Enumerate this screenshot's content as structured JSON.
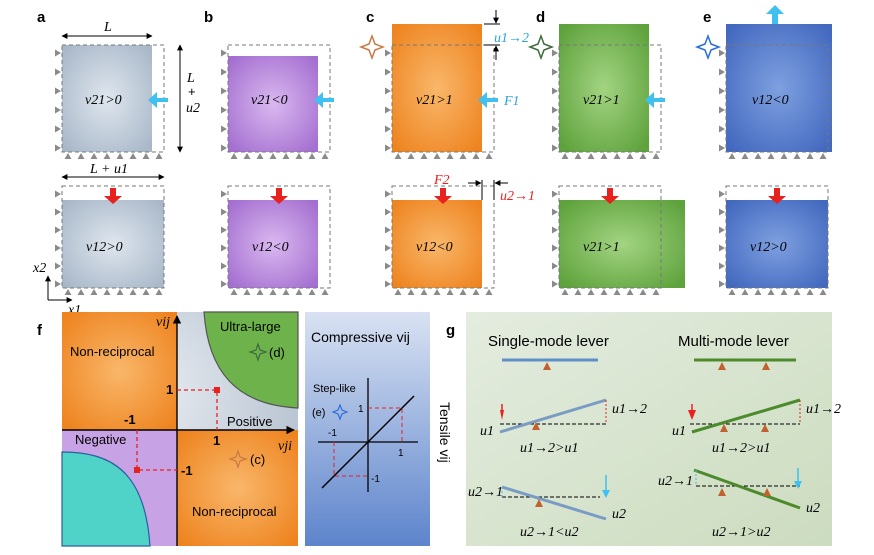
{
  "panel_labels": {
    "a": "a",
    "b": "b",
    "c": "c",
    "d": "d",
    "e": "e",
    "f": "f",
    "g": "g"
  },
  "panels_top": {
    "a_top": "v21>0",
    "a_bot": "v12>0",
    "b_top": "v21<0",
    "b_bot": "v12<0",
    "c_top": "v21>1",
    "c_bot": "v12<0",
    "d_top": "v21>1",
    "d_bot": "v21>1",
    "e_top": "v12<0",
    "e_bot": "v12>0"
  },
  "annotations": {
    "L": "L",
    "L_plus_u2_a": "L",
    "L_plus_u2_b": "+",
    "L_plus_u2_c": "u2",
    "L_plus_u1": "L + u1",
    "u1_to_2": "u1→2",
    "u2_to_1": "u2→1",
    "F1": "F1",
    "F2": "F2",
    "x1": "x1",
    "x2": "x2"
  },
  "panel_f": {
    "y_axis": "vij",
    "x_axis": "vji",
    "ultra_large": "Ultra-large",
    "d_marker": "(d)",
    "c_marker": "(c)",
    "non_reciprocal_top": "Non-reciprocal",
    "non_reciprocal_bottom": "Non-reciprocal",
    "positive": "Positive",
    "negative": "Negative",
    "tick_1_y": "1",
    "tick_neg1_y": "-1",
    "tick_1_x": "1",
    "tick_neg1_x": "-1"
  },
  "panel_inset": {
    "title": "Compressive vij",
    "side": "Tensile vij",
    "step_like": "Step-like",
    "e_marker": "(e)",
    "t1": "1",
    "tm1": "-1",
    "x1": "1",
    "xm1": "-1"
  },
  "panel_g": {
    "single_title": "Single-mode lever",
    "multi_title": "Multi-mode lever",
    "u1": "u1",
    "u2": "u2",
    "u12": "u1→2",
    "u21": "u2→1",
    "eq1_single": "u1→2>u1",
    "eq2_single": "u2→1<u2",
    "eq1_multi": "u1→2>u1",
    "eq2_multi": "u2→1>u2"
  },
  "colors": {
    "gray_blue": "#b9c5d3",
    "purple": "#b985dc",
    "orange": "#f2922a",
    "green": "#6db24a",
    "blue": "#4d78c8",
    "cyan_arrow": "#3fc0ee",
    "red_arrow": "#e8211f"
  }
}
